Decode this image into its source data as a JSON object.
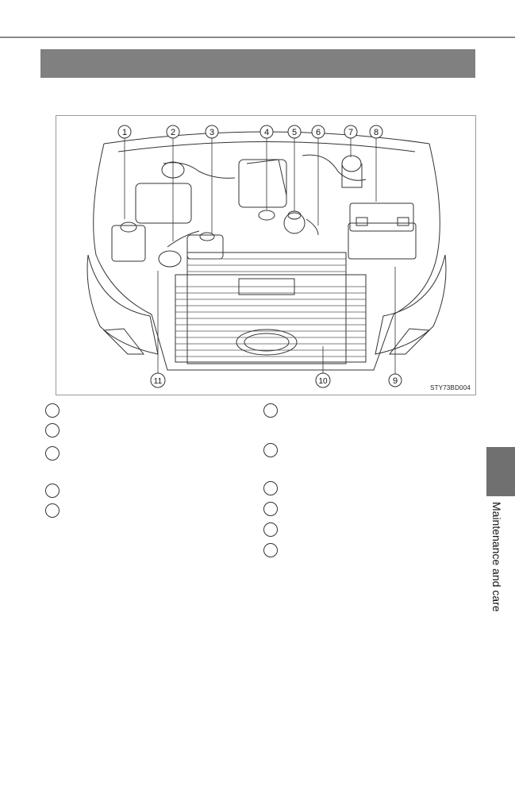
{
  "figure": {
    "callouts": [
      "1",
      "2",
      "3",
      "4",
      "5",
      "6",
      "7",
      "8",
      "9",
      "10",
      "11"
    ],
    "code": "STY73BD004"
  },
  "legend": {
    "left": [
      "",
      "",
      "",
      "",
      ""
    ],
    "right": [
      "",
      "",
      "",
      "",
      "",
      ""
    ]
  },
  "side_tab": {
    "text": "Maintenance and care"
  }
}
